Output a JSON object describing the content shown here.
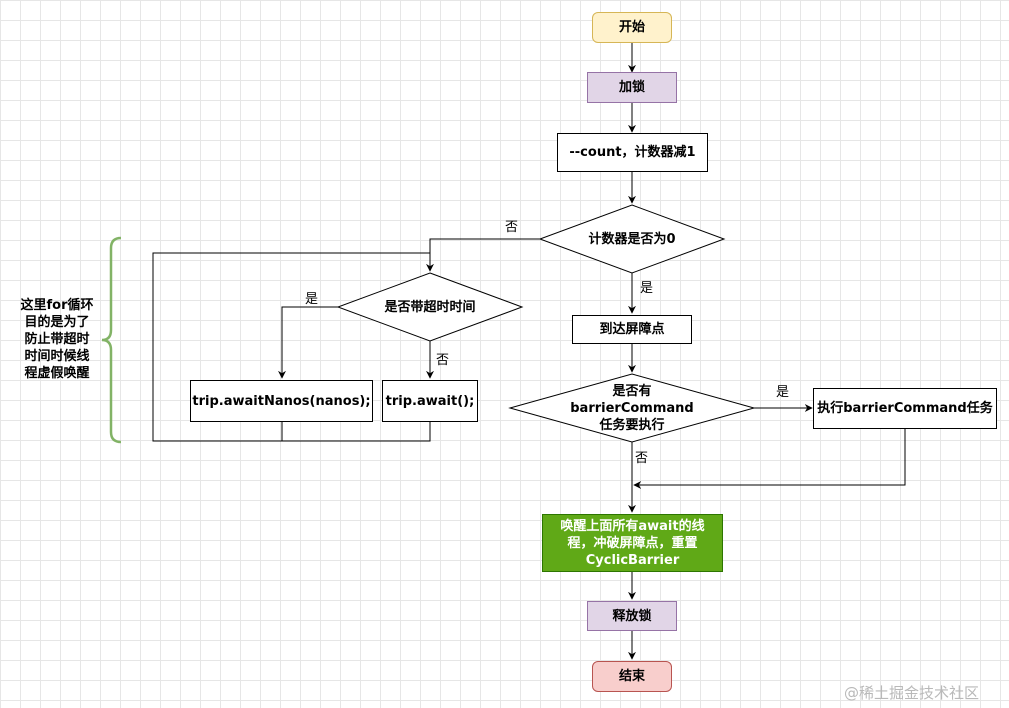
{
  "nodes": {
    "start": "开始",
    "lock": "加锁",
    "count": "--count，计数器减1",
    "check_zero": "计数器是否为0",
    "timeout_check": "是否带超时时间",
    "await_nanos": "trip.awaitNanos(nanos);",
    "await": "trip.await();",
    "reach_barrier": "到达屏障点",
    "has_command": "是否有\nbarrierCommand\n任务要执行",
    "exec_command": "执行barrierCommand任务",
    "wake_all": "唤醒上面所有await的线\n程，冲破屏障点，重置\nCyclicBarrier",
    "release_lock": "释放锁",
    "end": "结束"
  },
  "edge_labels": {
    "zero_no": "否",
    "zero_yes": "是",
    "timeout_yes": "是",
    "timeout_no": "否",
    "command_yes": "是",
    "command_no": "否"
  },
  "note": "这里for循环\n目的是为了\n防止带超时\n时间时候线\n程虚假唤醒",
  "watermark": "@稀土掘金技术社区",
  "colors": {
    "start_fill": "#fff2cc",
    "lock_fill": "#e1d5e7",
    "end_fill": "#f8cecc",
    "wake_fill": "#60a917",
    "brace": "#82b366"
  }
}
